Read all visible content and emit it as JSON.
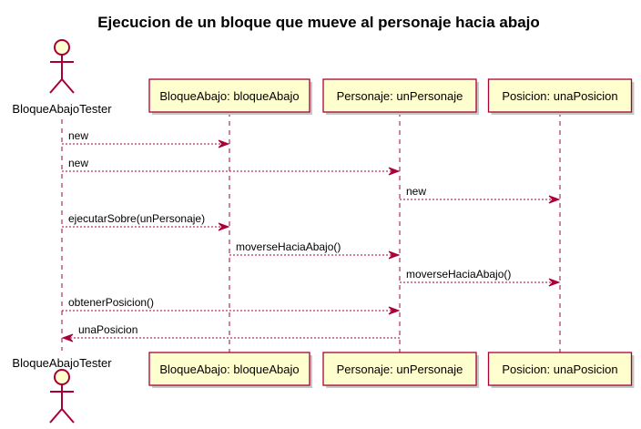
{
  "title": "Ejecucion de un bloque que mueve al personaje hacia abajo",
  "participants": [
    {
      "id": "tester",
      "label": "BloqueAbajoTester",
      "kind": "actor"
    },
    {
      "id": "bloque",
      "label": "BloqueAbajo: bloqueAbajo",
      "kind": "participant"
    },
    {
      "id": "personaje",
      "label": "Personaje: unPersonaje",
      "kind": "participant"
    },
    {
      "id": "posicion",
      "label": "Posicion: unaPosicion",
      "kind": "participant"
    }
  ],
  "messages": [
    {
      "from": "tester",
      "to": "bloque",
      "label": "new"
    },
    {
      "from": "tester",
      "to": "personaje",
      "label": "new"
    },
    {
      "from": "personaje",
      "to": "posicion",
      "label": "new"
    },
    {
      "from": "tester",
      "to": "bloque",
      "label": "ejecutarSobre(unPersonaje)"
    },
    {
      "from": "bloque",
      "to": "personaje",
      "label": "moverseHaciaAbajo()"
    },
    {
      "from": "personaje",
      "to": "posicion",
      "label": "moverseHaciaAbajo()"
    },
    {
      "from": "tester",
      "to": "personaje",
      "label": "obtenerPosicion()"
    },
    {
      "from": "personaje",
      "to": "tester",
      "label": "unaPosicion"
    }
  ],
  "colors": {
    "participant_fill": "#FEFECE",
    "border": "#A80036",
    "text": "#000000"
  }
}
